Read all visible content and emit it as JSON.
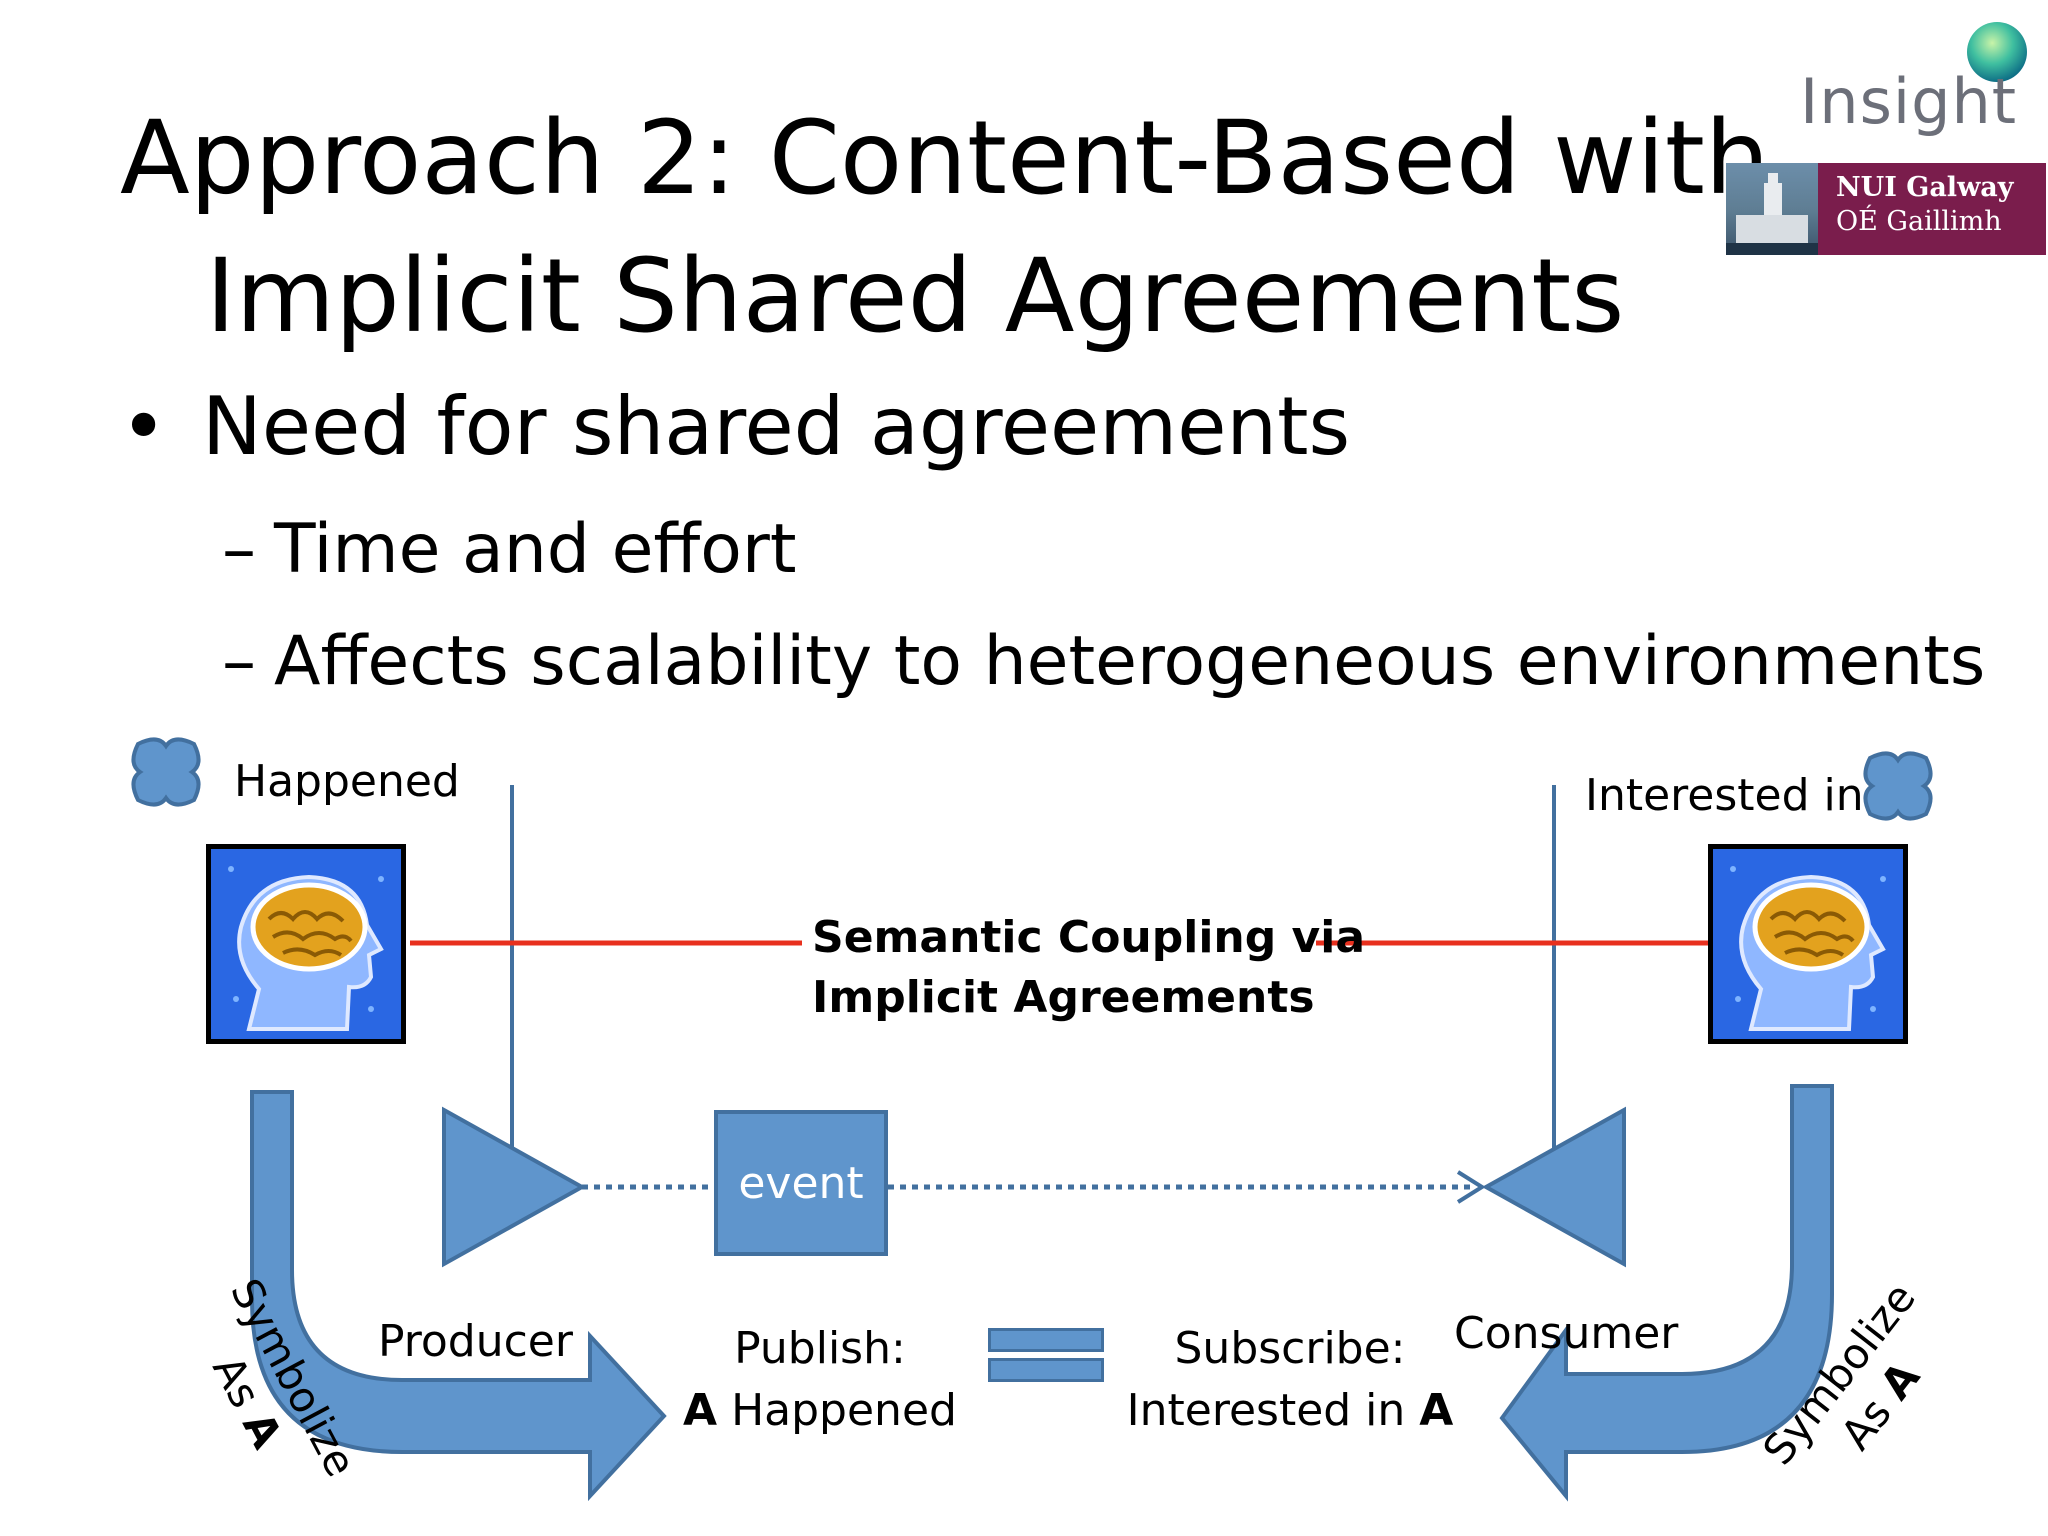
{
  "title": {
    "line1": "Approach 2: Content-Based with",
    "line2": "Implicit Shared Agreements"
  },
  "bullets": {
    "main": "Need for shared agreements",
    "sub1": "Time and effort",
    "sub2": "Affects scalability to heterogeneous environments"
  },
  "logos": {
    "insight": "Insight",
    "nui_line1": "NUI Galway",
    "nui_line2": "OÉ Gaillimh"
  },
  "diagram": {
    "happened": "Happened",
    "interested_in": "Interested in",
    "coupling_line1": "Semantic Coupling via",
    "coupling_line2": "Implicit Agreements",
    "event": "event",
    "producer": "Producer",
    "consumer": "Consumer",
    "publish_line1": "Publish:",
    "publish_prefix": "A",
    "publish_rest": " Happened",
    "subscribe_line1": "Subscribe:",
    "subscribe_prefix": "Interested in ",
    "subscribe_bold": "A",
    "symbolize": "Symbolize",
    "as": "As ",
    "as_bold": "A"
  },
  "colors": {
    "shape_fill": "#5f95cc",
    "shape_stroke": "#42709f",
    "coupling_line": "#e8301e",
    "nui_purple": "#7a1d4c"
  }
}
